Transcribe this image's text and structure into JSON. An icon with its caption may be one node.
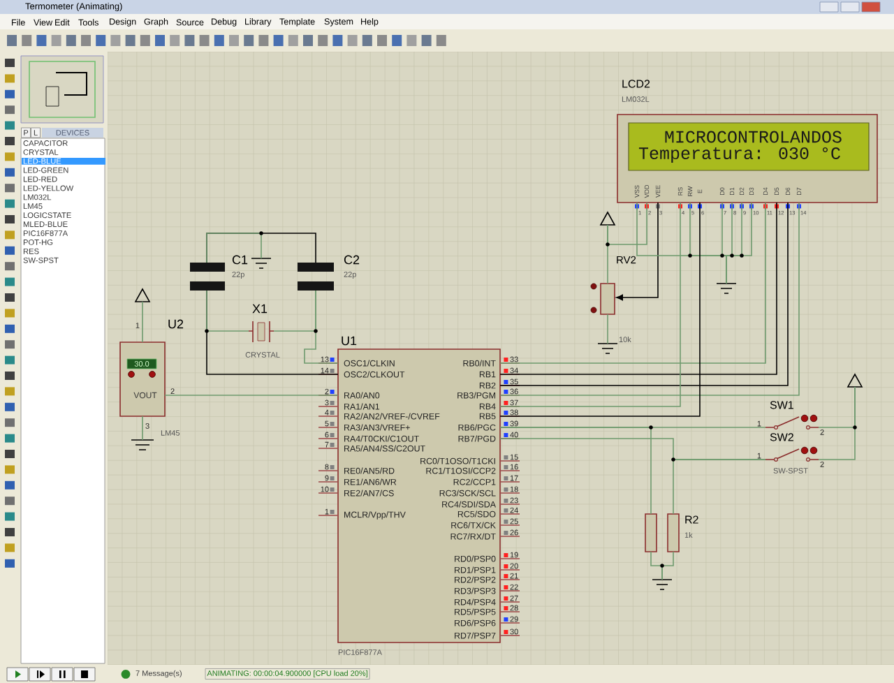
{
  "diagram": {
    "title": "Termometer (Animating)",
    "nodes": [
      {
        "text": [
          "LCD2",
          "LM032L",
          "MICROCONTROLANDOS",
          "Temperatura: 030 °C",
          "VSS",
          "VDD",
          "VEE",
          "RS",
          "RW",
          "E",
          "D0",
          "D1",
          "D2",
          "D3",
          "D4",
          "D5",
          "D6",
          "D7"
        ]
      },
      {
        "text": [
          "U1",
          "OSC1/CLKIN",
          "OSC2/CLKOUT",
          "RA0/AN0",
          "RA1/AN1",
          "RA2/AN2/VREF-/CVREF",
          "RA3/AN3/VREF+",
          "RA4/T0CKI/C1OUT",
          "RA5/AN4/SS/C2OUT",
          "RE0/AN5/RD",
          "RE1/AN6/WR",
          "RE2/AN7/CS",
          "MCLR/Vpp/THV",
          "RB0/INT",
          "RB1",
          "RB2",
          "RB3/PGM",
          "RB4",
          "RB5",
          "RB6/PGC",
          "RB7/PGD",
          "RC0/T1OSO/T1CKI",
          "RC1/T1OSI/CCP2",
          "RC2/CCP1",
          "RC3/SCK/SCL",
          "RC4/SDI/SDA",
          "RC5/SDO",
          "RC6/TX/CK",
          "RC7/RX/DT",
          "RD0/PSP0",
          "RD1/PSP1",
          "RD2/PSP2",
          "RD3/PSP3",
          "RD4/PSP4",
          "RD5/PSP5",
          "RD6/PSP6",
          "RD7/PSP7",
          "PIC16F877A"
        ]
      },
      {
        "text": [
          "U2",
          "30.0",
          "VOUT",
          "LM45"
        ]
      },
      {
        "text": [
          "C1",
          "22p"
        ]
      },
      {
        "text": [
          "C2",
          "22p"
        ]
      },
      {
        "text": [
          "X1",
          "CRYSTAL"
        ]
      },
      {
        "text": [
          "RV2",
          "10k"
        ]
      },
      {
        "text": [],
        "shape": "box"
      },
      {
        "text": [
          "R2",
          "1k"
        ]
      },
      {
        "text": [
          "SW1"
        ]
      },
      {
        "text": [
          "SW2",
          "SW-SPST"
        ]
      },
      {
        "text": [],
        "shape": "triangle"
      },
      {
        "text": [],
        "shape": "triangle"
      },
      {
        "text": [],
        "shape": "triangle"
      },
      {
        "text": [],
        "shape": "ground"
      },
      {
        "text": [],
        "shape": "ground"
      },
      {
        "text": [],
        "shape": "ground"
      },
      {
        "text": [],
        "shape": "ground"
      },
      {
        "text": [],
        "shape": "ground"
      }
    ],
    "edges": [
      {
        "from": 3,
        "to": 4,
        "arrow": "none",
        "color": "#000000"
      },
      {
        "from": 14,
        "to": 3,
        "arrow": "none"
      },
      {
        "from": 3,
        "to": 1,
        "arrow": "none",
        "color": "#000000"
      },
      {
        "from": 5,
        "to": 3,
        "arrow": "none"
      },
      {
        "from": 4,
        "to": 1,
        "arrow": "none"
      },
      {
        "from": 5,
        "to": 4,
        "arrow": "none"
      },
      {
        "from": 2,
        "to": 1,
        "arrow": "none"
      },
      {
        "from": 2,
        "to": 11,
        "arrow": "none"
      },
      {
        "from": 2,
        "to": 15,
        "arrow": "none"
      },
      {
        "from": 0,
        "to": 12,
        "arrow": "none"
      },
      {
        "from": 6,
        "to": 12,
        "arrow": "none"
      },
      {
        "from": 6,
        "to": 16,
        "arrow": "none"
      },
      {
        "from": 0,
        "to": 6,
        "arrow": "to",
        "color": "#000000"
      },
      {
        "from": 0,
        "to": 17,
        "arrow": "none"
      },
      {
        "from": 0,
        "to": 17,
        "arrow": "none"
      },
      {
        "from": 0,
        "to": 17,
        "arrow": "none"
      },
      {
        "from": 0,
        "to": 17,
        "arrow": "none"
      },
      {
        "from": 0,
        "to": 17,
        "arrow": "none"
      },
      {
        "from": 0,
        "to": 17,
        "arrow": "none"
      },
      {
        "from": 1,
        "to": 0,
        "arrow": "none"
      },
      {
        "from": 1,
        "to": 0,
        "arrow": "none",
        "color": "#000000"
      },
      {
        "from": 1,
        "to": 0,
        "arrow": "none",
        "color": "#000000"
      },
      {
        "from": 1,
        "to": 0,
        "arrow": "none"
      },
      {
        "from": 1,
        "to": 0,
        "arrow": "none"
      },
      {
        "from": 1,
        "to": 0,
        "arrow": "none",
        "color": "#000000"
      },
      {
        "from": 1,
        "to": 9,
        "arrow": "none"
      },
      {
        "from": 7,
        "to": 1,
        "arrow": "none"
      },
      {
        "from": 1,
        "to": 10,
        "arrow": "none"
      },
      {
        "from": 8,
        "to": 10,
        "arrow": "none"
      },
      {
        "from": 9,
        "to": 13,
        "arrow": "none"
      },
      {
        "from": 10,
        "to": 13,
        "arrow": "none"
      },
      {
        "from": 7,
        "to": 18,
        "arrow": "none"
      },
      {
        "from": 8,
        "to": 18,
        "arrow": "none"
      }
    ],
    "labels": [
      "File",
      "View",
      "Edit",
      "Tools",
      "Design",
      "Graph",
      "Source",
      "Debug",
      "Library",
      "Template",
      "System",
      "Help",
      "P",
      "L",
      "DEVICES",
      "CAPACITOR",
      "CRYSTAL",
      "LED-BLUE",
      "LED-GREEN",
      "LED-RED",
      "LED-YELLOW",
      "LM032L",
      "LM45",
      "LOGICSTATE",
      "MLED-BLUE",
      "PIC16F877A",
      "POT-HG",
      "RES",
      "SW-SPST",
      "13",
      "14",
      "2",
      "3",
      "4",
      "5",
      "6",
      "7",
      "8",
      "9",
      "10",
      "1",
      "33",
      "34",
      "35",
      "36",
      "37",
      "38",
      "39",
      "40",
      "15",
      "16",
      "17",
      "18",
      "23",
      "24",
      "25",
      "26",
      "19",
      "20",
      "21",
      "22",
      "27",
      "28",
      "29",
      "30",
      "1",
      "2",
      "3",
      "1",
      "2",
      "3",
      "4",
      "5",
      "6",
      "7",
      "8",
      "9",
      "10",
      "11",
      "12",
      "13",
      "14",
      "1",
      "2",
      "1",
      "2",
      "7 Message(s)",
      "ANIMATING: 00:00:04.900000 [CPU load 20%]"
    ]
  }
}
